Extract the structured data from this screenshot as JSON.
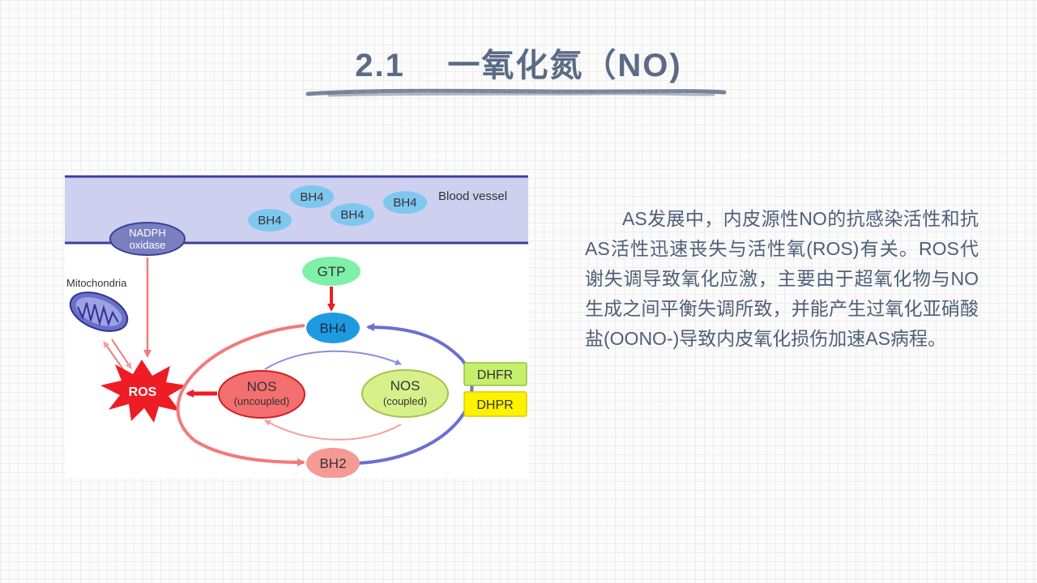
{
  "slide": {
    "title": "2.1    一氧化氮（NO)",
    "paragraph": "AS发展中，内皮源性NO的抗感染活性和抗AS活性迅速丧失与活性氧(ROS)有关。ROS代谢失调导致氧化应激，主要由于超氧化物与NO生成之间平衡失调所致，并能产生过氧化亚硝酸盐(OONO-)导致内皮氧化损伤加速AS病程。"
  },
  "diagram": {
    "blood_vessel_label": "Blood vessel",
    "bh4_vessel": [
      "BH4",
      "BH4",
      "BH4",
      "BH4"
    ],
    "nadph_line1": "NADPH",
    "nadph_line2": "oxidase",
    "mitochondria_label": "Mitochondria",
    "ros_label": "ROS",
    "gtp_label": "GTP",
    "bh4_label": "BH4",
    "bh2_label": "BH2",
    "nos_uncoupled_line1": "NOS",
    "nos_uncoupled_line2": "(uncoupled)",
    "nos_coupled_line1": "NOS",
    "nos_coupled_line2": "(coupled)",
    "dhfr_label": "DHFR",
    "dhpr_label": "DHPR"
  },
  "colors": {
    "title": "#5b6b85",
    "vessel": "#cdd0ef",
    "bh4_light": "#7ec7ee",
    "bh4_dark": "#1e9be0",
    "nadph": "#7a7fc0",
    "ros": "#ee1c24",
    "gtp": "#7ef0a8",
    "nos_uncoupled": "#f46f6f",
    "nos_coupled": "#d8f08a",
    "bh2": "#f59a95",
    "dhfr": "#c6ef6c",
    "dhpr": "#fff200",
    "blue_arrow": "#6a6fd0",
    "red_arrow": "#f27a7a"
  }
}
